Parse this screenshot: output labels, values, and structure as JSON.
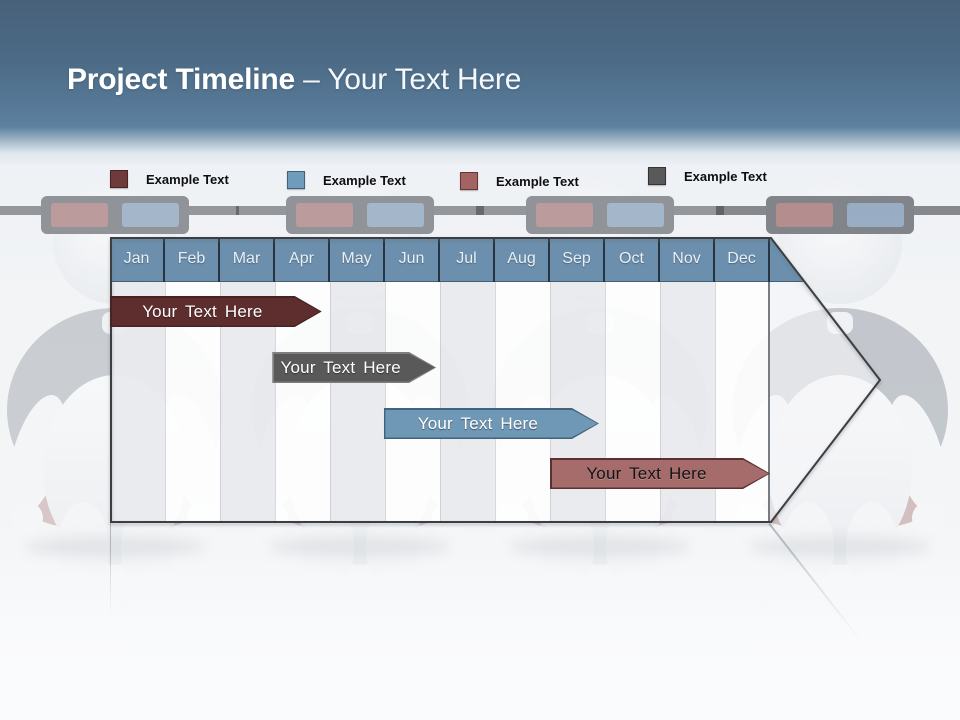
{
  "slide": {
    "title_bold": "Project Timeline",
    "title_suffix": "– Your Text Here"
  },
  "legend": {
    "items": [
      {
        "label": "Example Text",
        "color": "#6e3a3a",
        "border": "#452525"
      },
      {
        "label": "Example Text",
        "color": "#6f9cbb",
        "border": "#3f617a"
      },
      {
        "label": "Example Text",
        "color": "#a36363",
        "border": "#643737"
      },
      {
        "label": "Example Text",
        "color": "#595959",
        "border": "#333333"
      }
    ]
  },
  "timeline": {
    "months": [
      "Jan",
      "Feb",
      "Mar",
      "Apr",
      "May",
      "Jun",
      "Jul",
      "Aug",
      "Sep",
      "Oct",
      "Nov",
      "Dec"
    ],
    "header_color": "#6b8fac",
    "bars": [
      {
        "label": "Your Text Here",
        "row": 0,
        "start_month": 0,
        "end_month": 3.85,
        "fill": "#5e2d2d",
        "border": "#4a2222",
        "text_color": "#ffffff"
      },
      {
        "label": "Your Text Here",
        "row": 1,
        "start_month": 2.95,
        "end_month": 5.93,
        "fill": "#595959",
        "border": "#7f7f7f",
        "text_color": "#ffffff"
      },
      {
        "label": "Your Text Here",
        "row": 2,
        "start_month": 4.98,
        "end_month": 8.89,
        "fill": "#6f98b6",
        "border": "#41637c",
        "text_color": "#ffffff"
      },
      {
        "label": "Your Text Here",
        "row": 3,
        "start_month": 8.0,
        "end_month": 12.0,
        "fill": "#a66c6c",
        "border": "#5c3030",
        "text_color": "#141414"
      }
    ]
  }
}
